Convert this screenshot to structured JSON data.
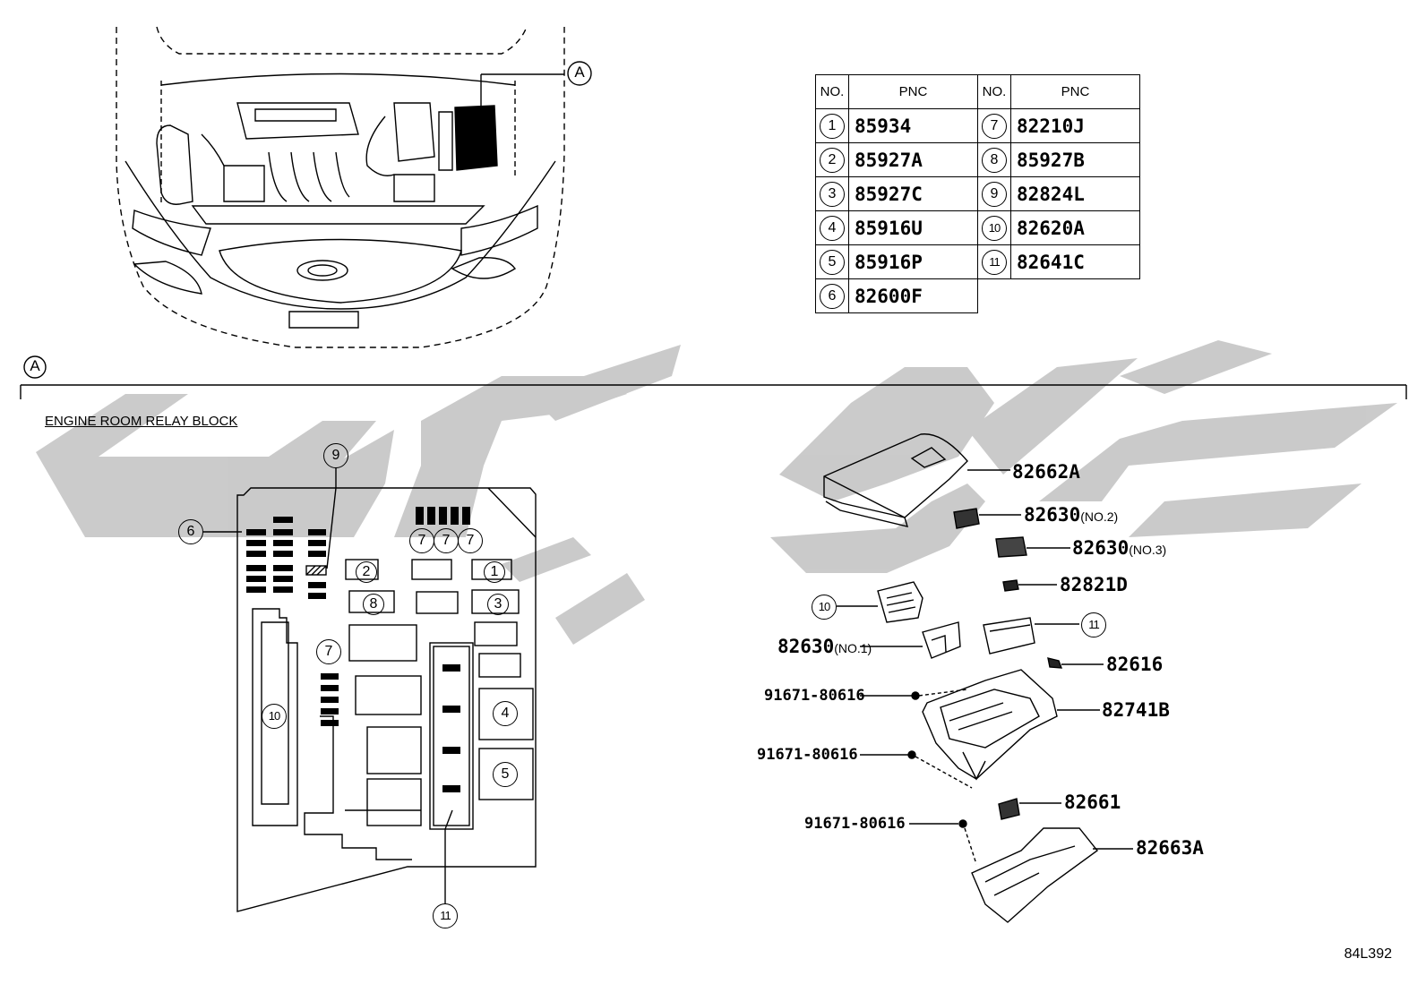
{
  "callout_label": "A",
  "section_title": "ENGINE ROOM RELAY BLOCK",
  "diagram_code": "84L392",
  "table": {
    "header_no": "NO.",
    "header_pnc": "PNC",
    "left": [
      {
        "no": "1",
        "pnc": "85934"
      },
      {
        "no": "2",
        "pnc": "85927A"
      },
      {
        "no": "3",
        "pnc": "85927C"
      },
      {
        "no": "4",
        "pnc": "85916U"
      },
      {
        "no": "5",
        "pnc": "85916P"
      },
      {
        "no": "6",
        "pnc": "82600F"
      }
    ],
    "right": [
      {
        "no": "7",
        "pnc": "82210J"
      },
      {
        "no": "8",
        "pnc": "85927B"
      },
      {
        "no": "9",
        "pnc": "82824L"
      },
      {
        "no": "10",
        "pnc": "82620A"
      },
      {
        "no": "11",
        "pnc": "82641C"
      }
    ]
  },
  "block_markers": {
    "m1": "1",
    "m2": "2",
    "m3": "3",
    "m4": "4",
    "m5": "5",
    "m6": "6",
    "m7": "7",
    "m8": "8",
    "m9": "9",
    "m10": "10",
    "m11": "11"
  },
  "parts": {
    "p1": "82662A",
    "p2": "82630",
    "p2_note": "(NO.2)",
    "p3": "82630",
    "p3_note": "(NO.3)",
    "p4": "82821D",
    "p5_marker": "10",
    "p6_marker": "11",
    "p7": "82630",
    "p7_note": "(NO.1)",
    "p8": "82616",
    "p9": "91671-80616",
    "p10": "82741B",
    "p11": "91671-80616",
    "p12": "82661",
    "p13": "91671-80616",
    "p14": "82663A"
  },
  "colors": {
    "line": "#000000",
    "watermark": "#c8c8c8"
  }
}
